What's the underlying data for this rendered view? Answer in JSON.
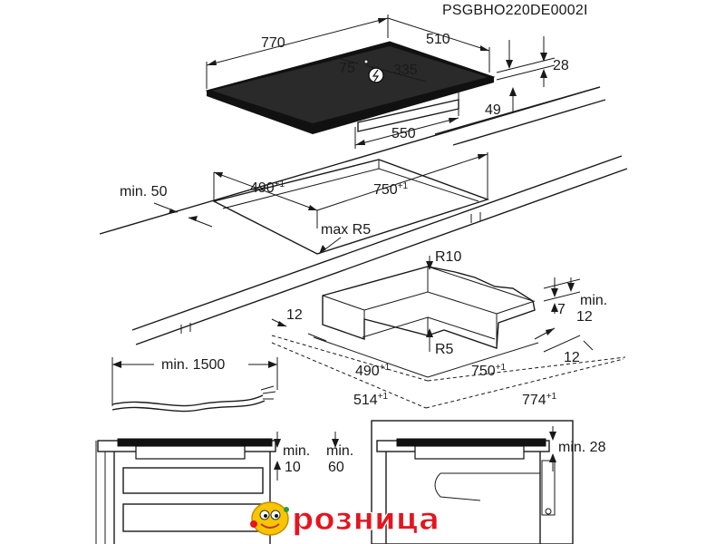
{
  "document_code": "PSGBHO220DE0002I",
  "hob": {
    "width": "770",
    "depth": "510",
    "depth_left": "75",
    "depth_right": "335",
    "thickness": "28",
    "protrusion": "49",
    "base_width": "550"
  },
  "cutout": {
    "margin_front": "min. 50",
    "depth": "490",
    "depth_tol": "+1",
    "width": "750",
    "width_tol": "+1",
    "corner_radius": "max R5"
  },
  "frame": {
    "radius_top": "R10",
    "radius_bottom": "R5",
    "flange_left": "12",
    "flange_right": "12",
    "edge_height": "7",
    "min_label": "min.",
    "min_value": "12",
    "inner_depth": "490",
    "inner_depth_tol": "+1",
    "inner_width": "750",
    "inner_width_tol": "+1",
    "outer_depth": "514",
    "outer_depth_tol": "+1",
    "outer_width": "774",
    "outer_width_tol": "+1",
    "side_12": "12"
  },
  "cable": {
    "length": "min. 1500"
  },
  "section_left": {
    "min_label_a": "min.",
    "value_a": "10",
    "min_label_b": "min.",
    "value_b": "60"
  },
  "section_right": {
    "clearance": "min. 28"
  },
  "logo": {
    "text": "розница"
  }
}
